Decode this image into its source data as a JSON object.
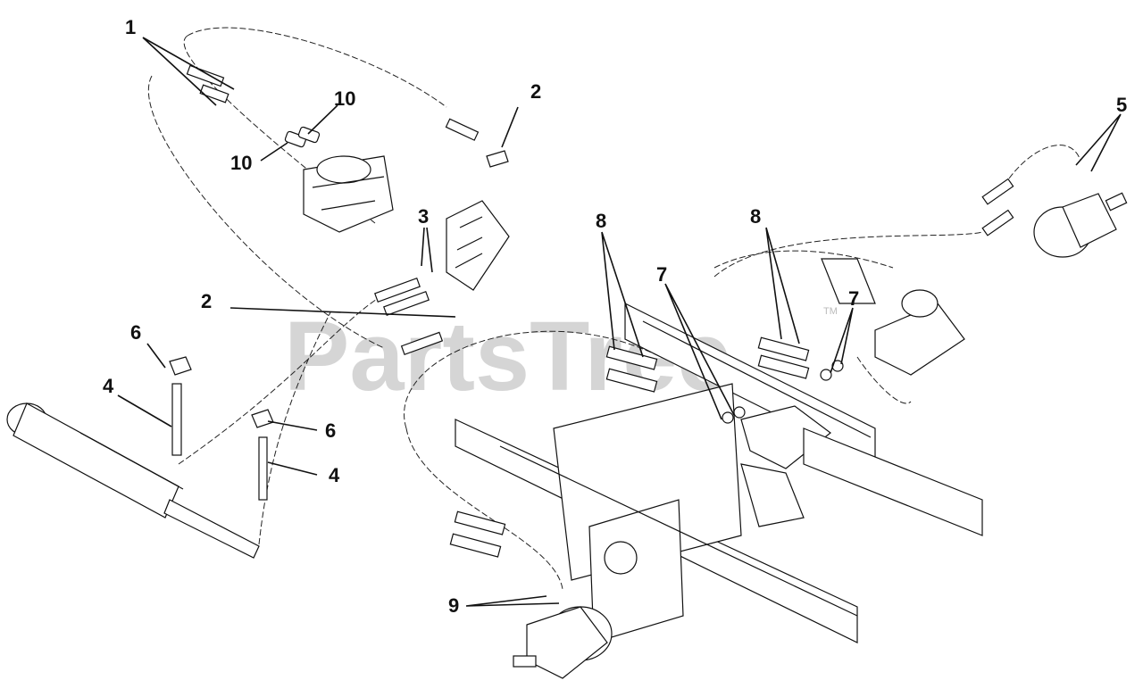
{
  "watermark": {
    "text": "PartsTree",
    "tm": "TM"
  },
  "callouts": [
    {
      "id": "c1",
      "label": "1"
    },
    {
      "id": "c2a",
      "label": "2"
    },
    {
      "id": "c2b",
      "label": "2"
    },
    {
      "id": "c3",
      "label": "3"
    },
    {
      "id": "c4a",
      "label": "4"
    },
    {
      "id": "c4b",
      "label": "4"
    },
    {
      "id": "c5",
      "label": "5"
    },
    {
      "id": "c6a",
      "label": "6"
    },
    {
      "id": "c6b",
      "label": "6"
    },
    {
      "id": "c7a",
      "label": "7"
    },
    {
      "id": "c7b",
      "label": "7"
    },
    {
      "id": "c8a",
      "label": "8"
    },
    {
      "id": "c8b",
      "label": "8"
    },
    {
      "id": "c9",
      "label": "9"
    },
    {
      "id": "c10a",
      "label": "10"
    },
    {
      "id": "c10b",
      "label": "10"
    }
  ],
  "colors": {
    "line": "#111111",
    "watermark": "#c8c8c8",
    "background": "#ffffff"
  }
}
